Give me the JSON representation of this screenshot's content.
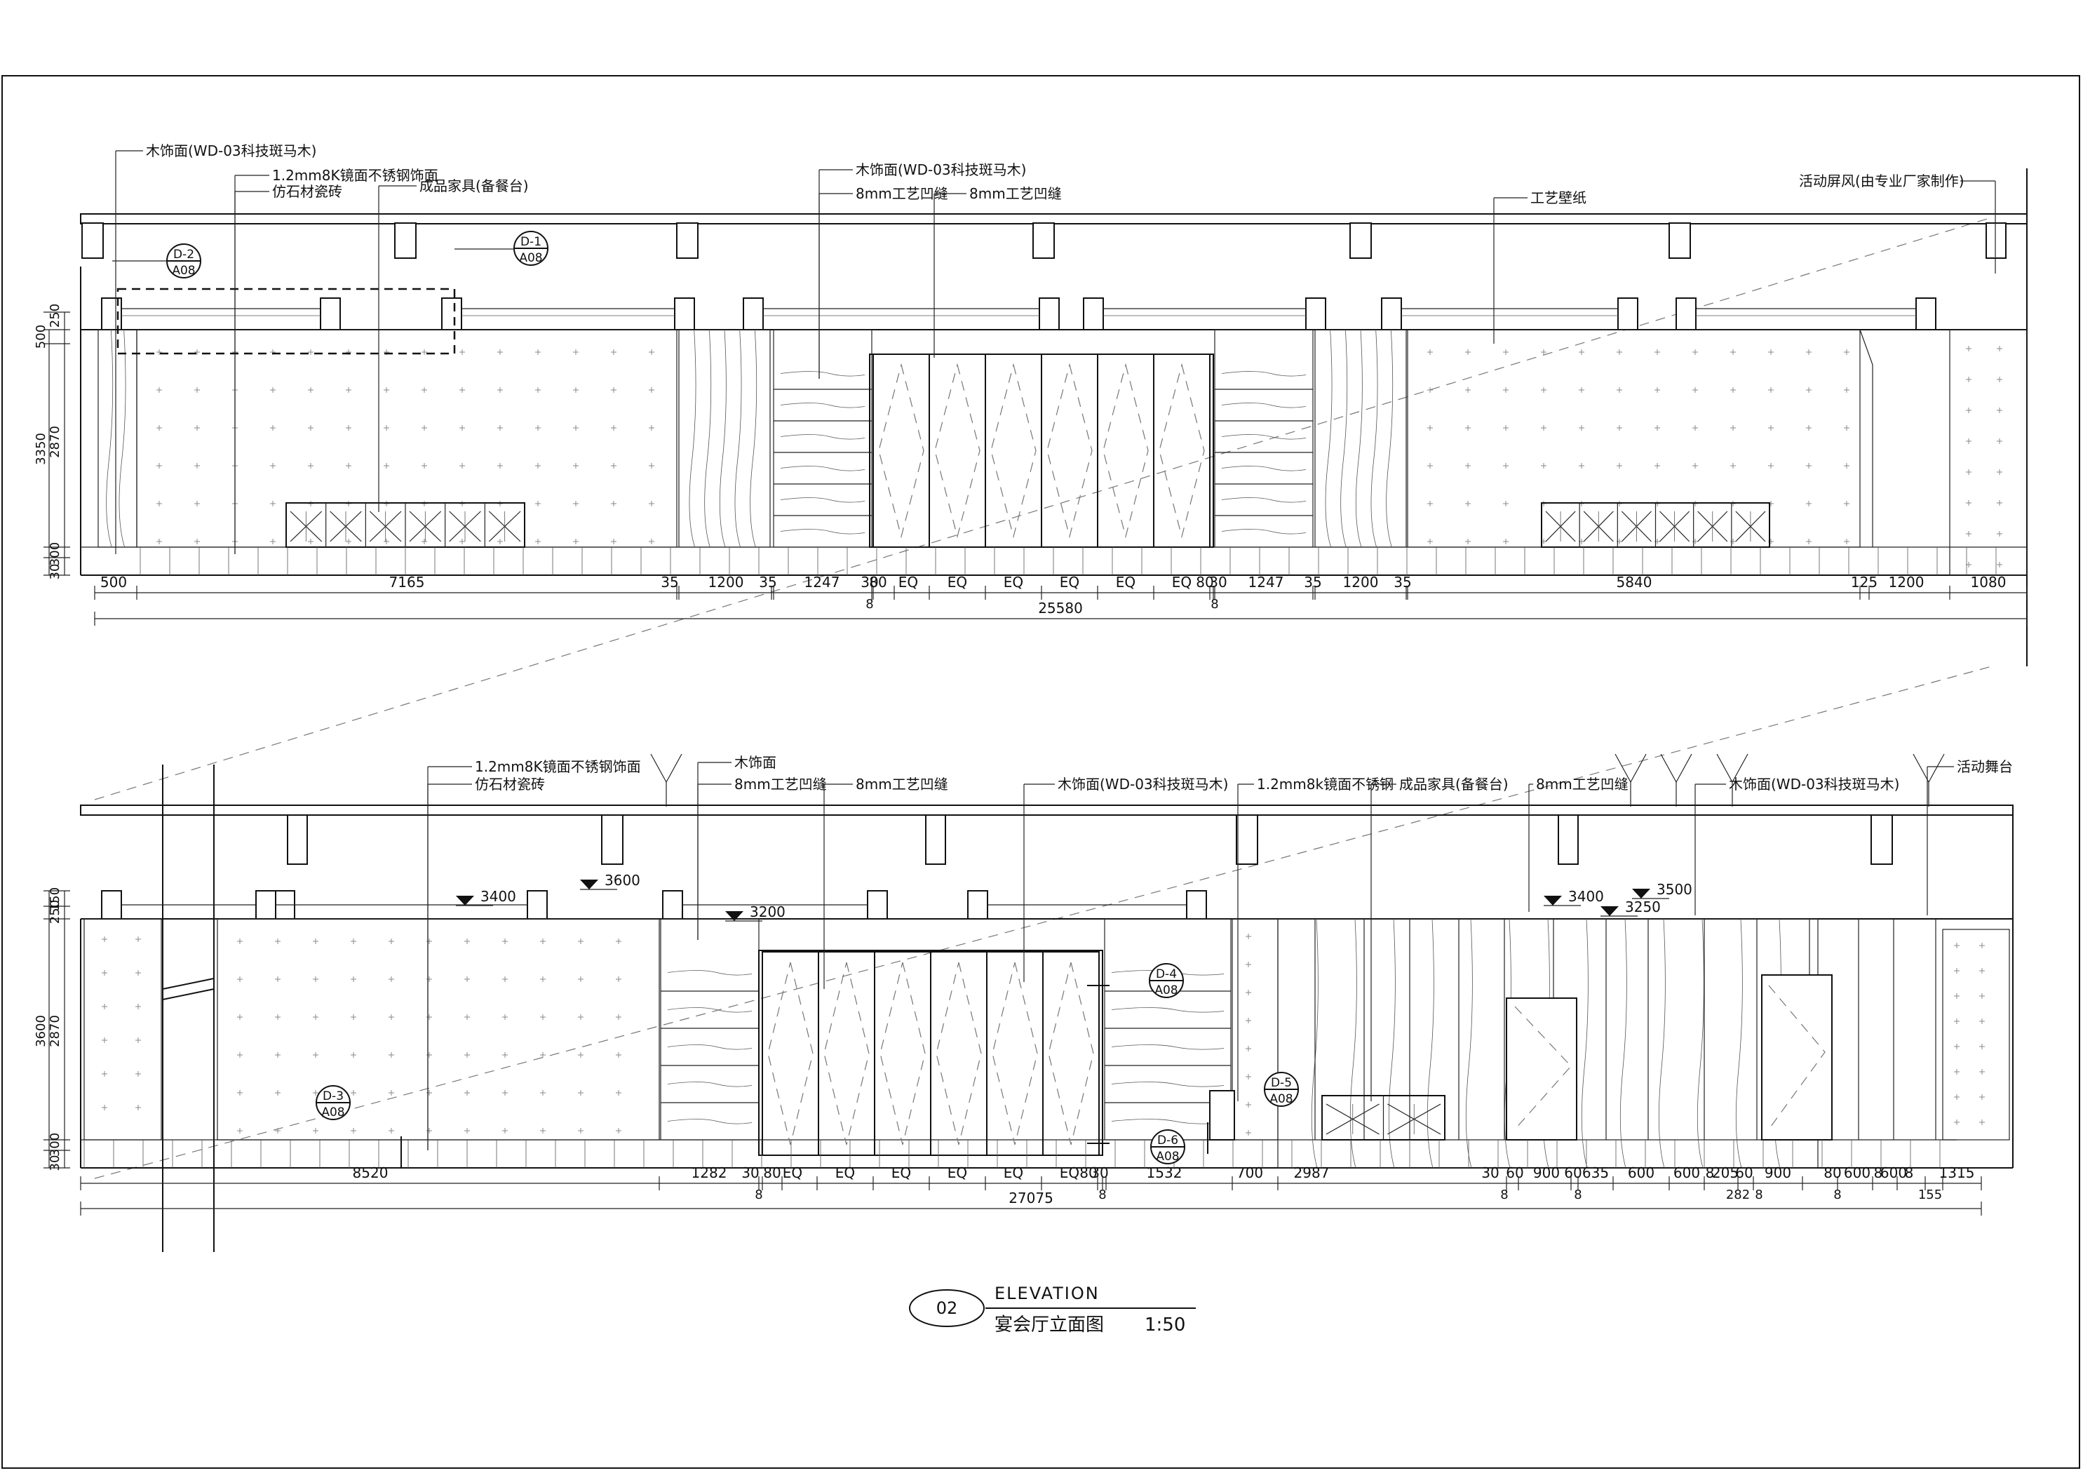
{
  "upper": {
    "labels": [
      "木饰面(WD-03科技斑马木)",
      "1.2mm8K镜面不锈钢饰面",
      "仿石材瓷砖",
      "成品家具(备餐台)",
      "木饰面(WD-03科技斑马木)",
      "8mm工艺凹缝",
      "8mm工艺凹缝",
      "工艺壁纸",
      "活动屏风(由专业厂家制作)"
    ],
    "refs": [
      {
        "id": "D-2",
        "sheet": "A08"
      },
      {
        "id": "D-1",
        "sheet": "A08"
      }
    ],
    "vdims": [
      "500",
      "250",
      "2870",
      "3350",
      "300",
      "30"
    ],
    "hdims": [
      "500",
      "7165",
      "35",
      "1200",
      "35",
      "1247",
      "30",
      "80",
      "EQ",
      "EQ",
      "EQ",
      "EQ",
      "EQ",
      "EQ",
      "80",
      "30",
      "1247",
      "35",
      "1200",
      "35",
      "5840",
      "125",
      "1200",
      "1080"
    ],
    "subdims": [
      "8",
      "8"
    ],
    "total": "25580"
  },
  "lower": {
    "labels": [
      "1.2mm8K镜面不锈钢饰面",
      "仿石材瓷砖",
      "木饰面",
      "8mm工艺凹缝",
      "8mm工艺凹缝",
      "木饰面(WD-03科技斑马木)",
      "1.2mm8k镜面不锈钢",
      "成品家具(备餐台)",
      "8mm工艺凹缝",
      "木饰面(WD-03科技斑马木)",
      "活动舞台"
    ],
    "levels": [
      "3400",
      "3600",
      "3200",
      "3400",
      "3500",
      "3250"
    ],
    "refs": [
      {
        "id": "D-3",
        "sheet": "A08"
      },
      {
        "id": "D-4",
        "sheet": "A08"
      },
      {
        "id": "D-5",
        "sheet": "A08"
      },
      {
        "id": "D-6",
        "sheet": "A08"
      }
    ],
    "vdims": [
      "150",
      "250",
      "2870",
      "3600",
      "300",
      "30"
    ],
    "hdims": [
      "8520",
      "1282",
      "30",
      "80",
      "EQ",
      "EQ",
      "EQ",
      "EQ",
      "EQ",
      "EQ",
      "80",
      "30",
      "1532",
      "700",
      "2987",
      "30",
      "60",
      "900",
      "60",
      "635",
      "600",
      "600",
      "8",
      "205",
      "60",
      "900",
      "80",
      "600",
      "8",
      "600",
      "8",
      "1315"
    ],
    "subdims": [
      "8",
      "8",
      "8",
      "8",
      "282",
      "8",
      "8",
      "155"
    ],
    "total": "27075"
  },
  "title": {
    "number": "02",
    "en": "ELEVATION",
    "cn": "宴会厅立面图",
    "scale": "1:50"
  }
}
